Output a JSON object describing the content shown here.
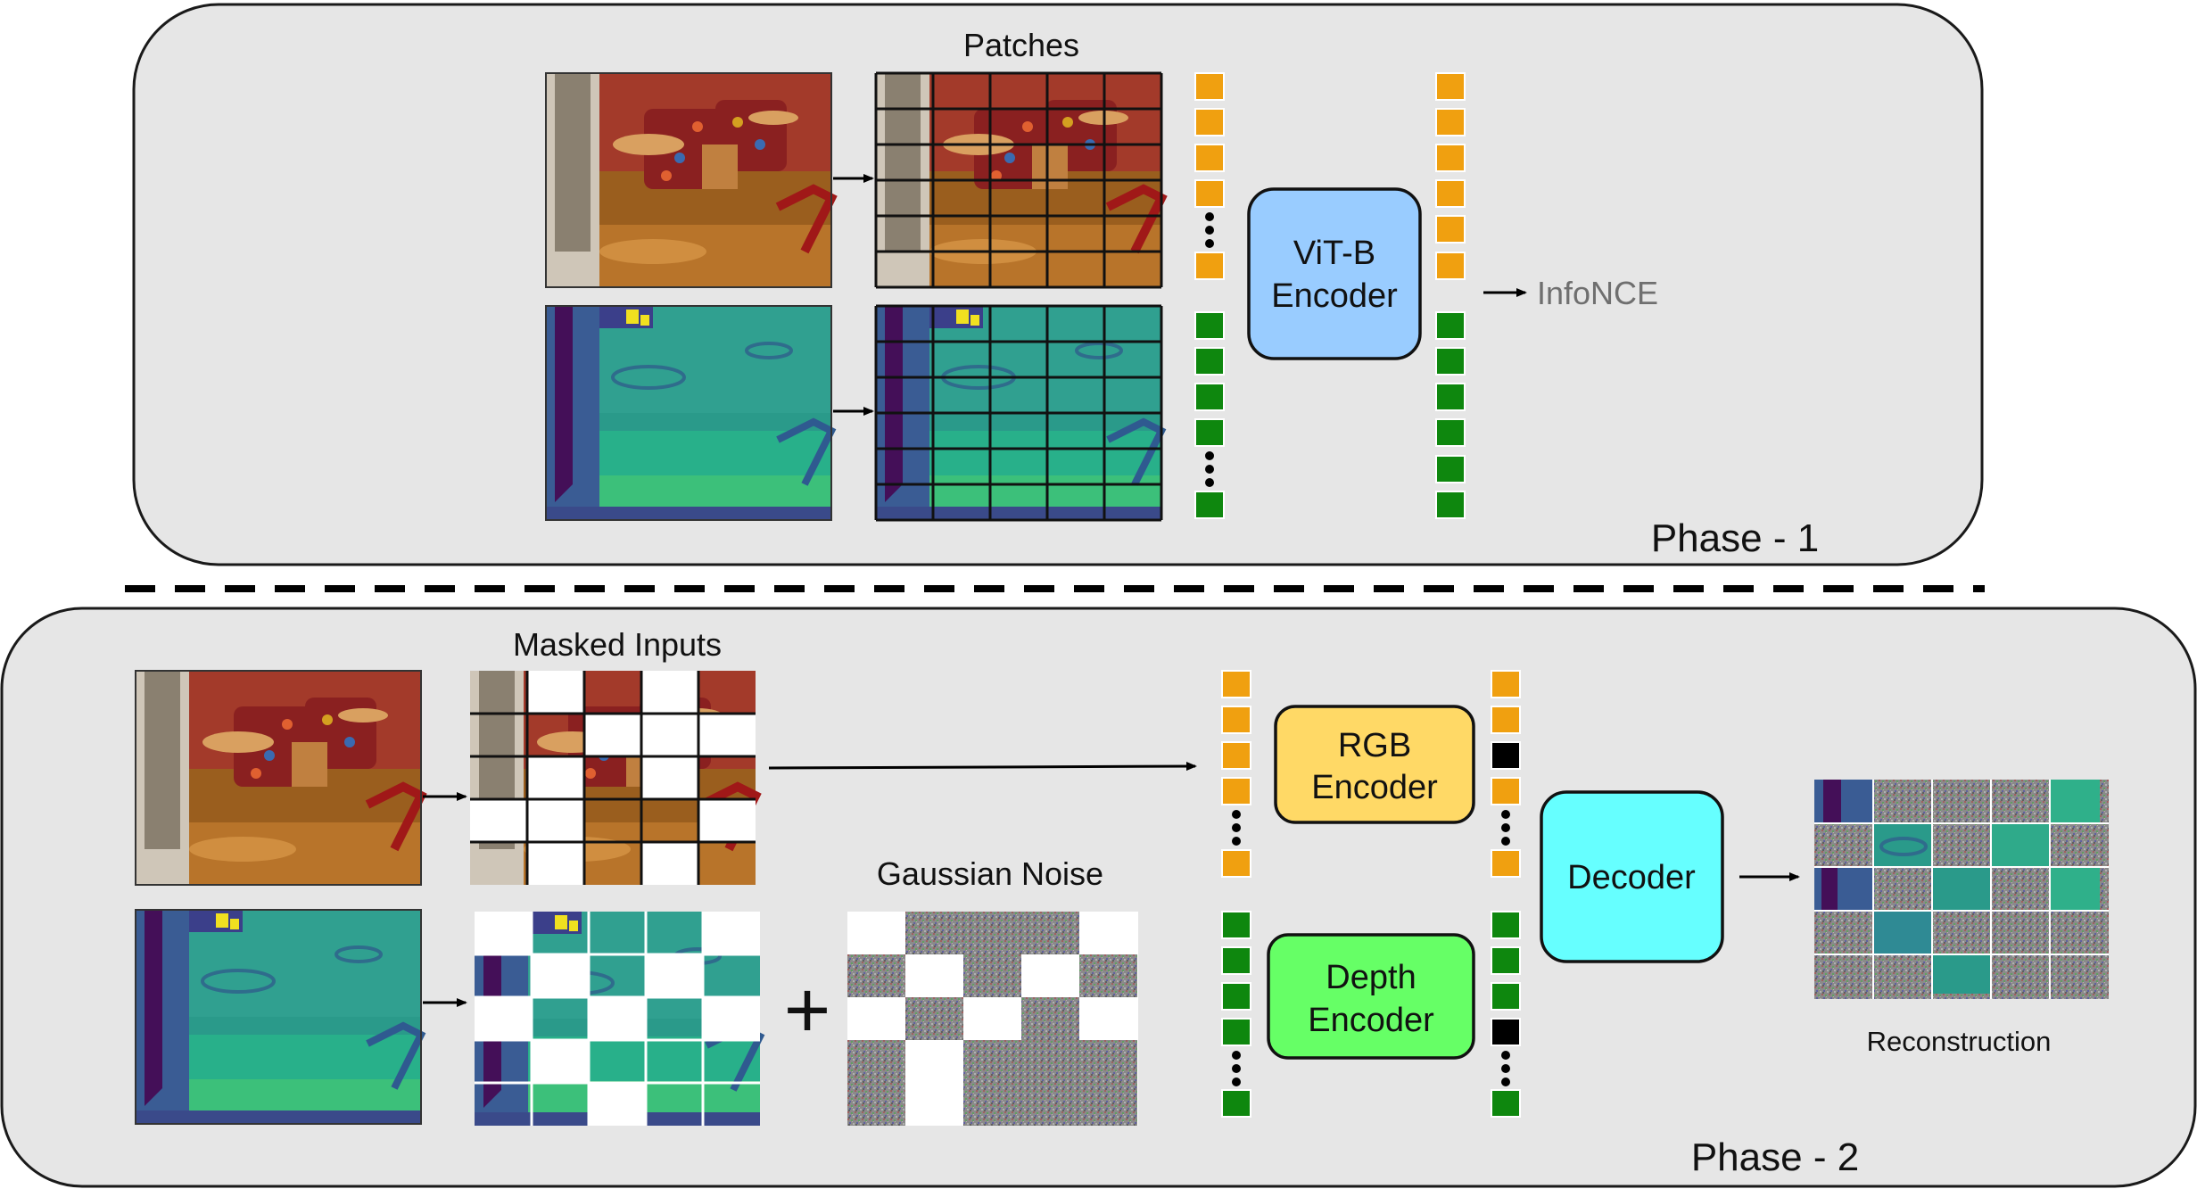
{
  "phase1": {
    "label": "Phase - 1",
    "patches_title": "Patches",
    "encoder_line1": "ViT-B",
    "encoder_line2": "Encoder",
    "loss": "InfoNCE"
  },
  "phase2": {
    "label": "Phase - 2",
    "masked_title": "Masked Inputs",
    "noise_title": "Gaussian Noise",
    "plus": "+",
    "rgb_line1": "RGB",
    "rgb_line2": "Encoder",
    "depth_line1": "Depth",
    "depth_line2": "Encoder",
    "decoder": "Decoder",
    "reconstruction": "Reconstruction"
  },
  "colors": {
    "rgb_token": "#f0a010",
    "depth_token": "#0e870e",
    "masked_token": "#000000",
    "vit_box": "#99ccff",
    "rgb_encoder_box": "#ffd966",
    "depth_encoder_box": "#66ff66",
    "decoder_box": "#66ffff"
  },
  "icons": [
    "rgb-image",
    "depth-map",
    "patch-grid",
    "token-column",
    "arrow-icon",
    "noise-grid"
  ]
}
